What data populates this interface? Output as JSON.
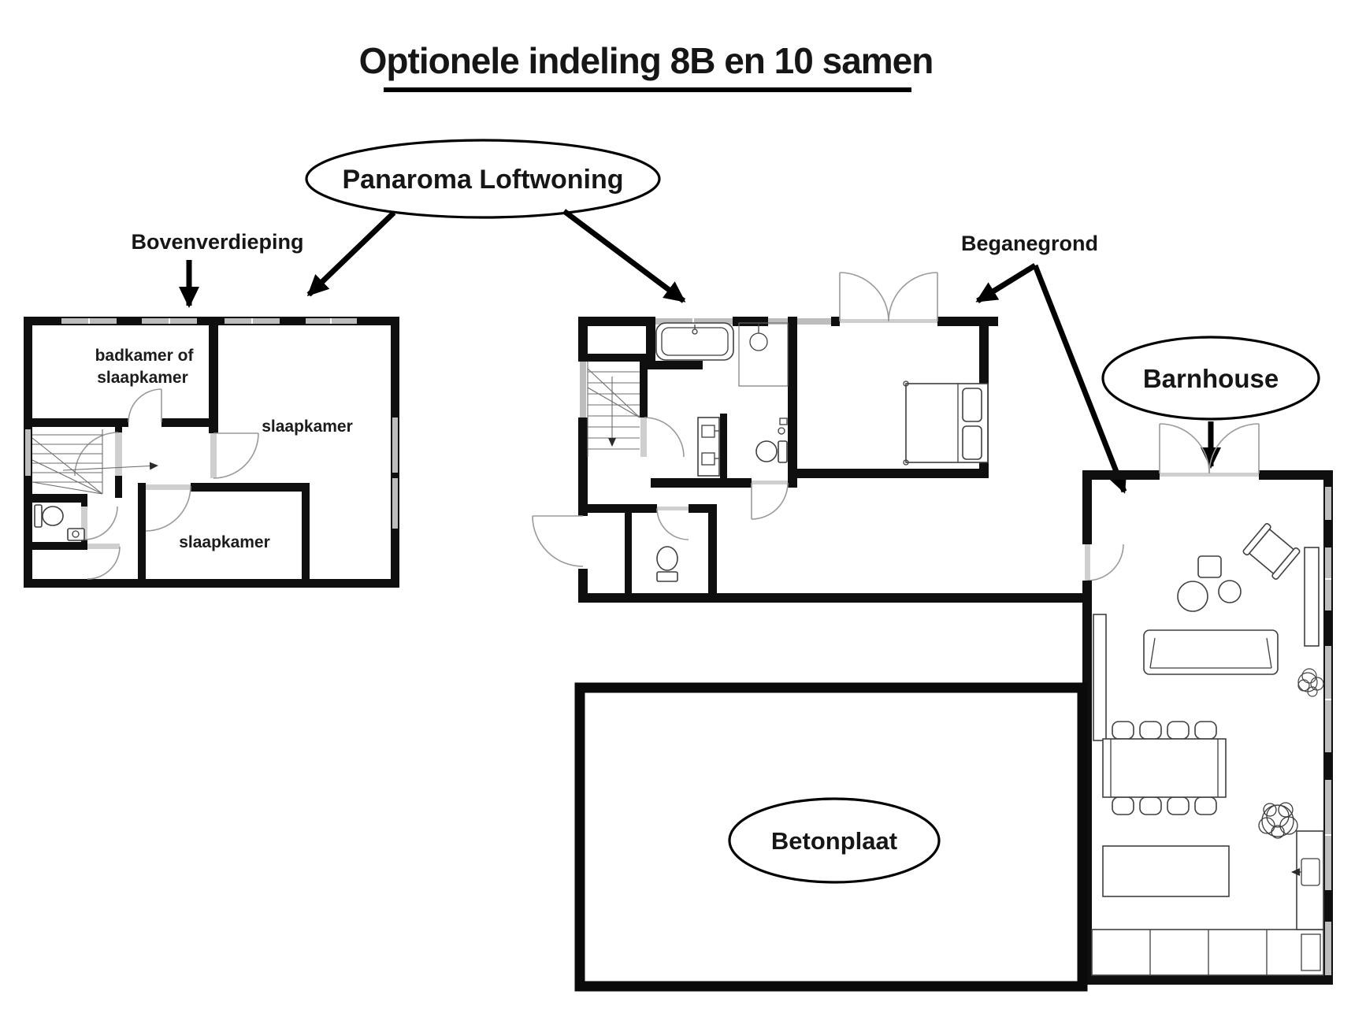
{
  "title": {
    "text": "Optionele indeling 8B en 10 samen"
  },
  "callouts": {
    "panaroma_loftwoning": "Panaroma Loftwoning",
    "bovenverdieping": "Bovenverdieping",
    "beganegrond": "Beganegrond",
    "barnhouse": "Barnhouse",
    "betonplaat": "Betonplaat"
  },
  "rooms": {
    "badkamer_line1": "badkamer of",
    "badkamer_line2": "slaapkamer",
    "slaapkamer_groot": "slaapkamer",
    "slaapkamer_klein": "slaapkamer"
  },
  "colors": {
    "background": "#ffffff",
    "wall": "#0f0f0f",
    "window": "#bdbdbd",
    "furniture_stroke": "#3f3f3f",
    "annotation": "#000000"
  }
}
